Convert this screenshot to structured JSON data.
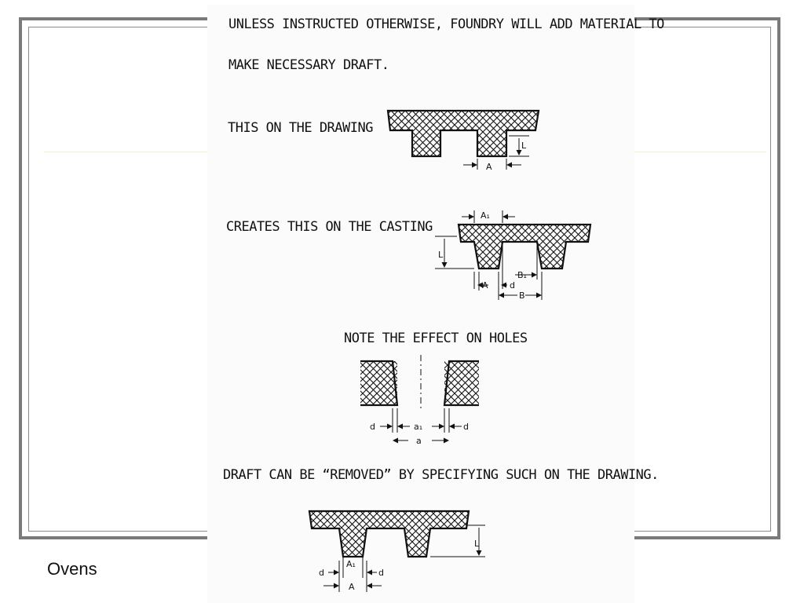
{
  "slide": {
    "footer": "Ovens"
  },
  "document": {
    "line1": "UNLESS INSTRUCTED OTHERWISE, FOUNDRY WILL ADD MATERIAL TO",
    "line2": "MAKE NECESSARY DRAFT.",
    "label_drawing": "THIS ON THE DRAWING",
    "label_casting": "CREATES THIS ON THE CASTING",
    "label_holes": "NOTE THE EFFECT ON HOLES",
    "label_removed": "DRAFT CAN BE “REMOVED” BY SPECIFYING SUCH ON THE DRAWING."
  },
  "dimensions": {
    "fig1": {
      "L": "L",
      "A": "A"
    },
    "fig2": {
      "A1": "A₁",
      "L": "L",
      "A": "A",
      "d": "d",
      "B1": "B₁",
      "B": "B"
    },
    "fig3": {
      "d_left": "d",
      "a1": "a₁",
      "d_right": "d",
      "a": "a"
    },
    "fig4": {
      "L": "L",
      "A1": "A₁",
      "d_left": "d",
      "d_right": "d",
      "A": "A"
    }
  },
  "colors": {
    "frame": "#7a7a7a",
    "paper": "#fbfbfb",
    "ink": "#111111",
    "guide_line": "#f2efcf"
  }
}
